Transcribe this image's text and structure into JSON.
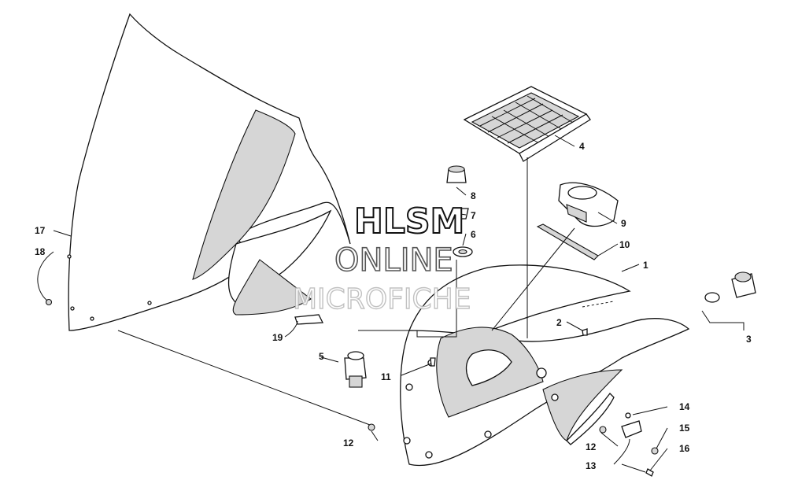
{
  "watermark": {
    "line1": "HLSM",
    "line2": "ONLINE",
    "line3": "MICROFICHE"
  },
  "callouts": [
    {
      "id": "c1",
      "label": "1"
    },
    {
      "id": "c2",
      "label": "2"
    },
    {
      "id": "c3",
      "label": "3"
    },
    {
      "id": "c4",
      "label": "4"
    },
    {
      "id": "c5",
      "label": "5"
    },
    {
      "id": "c6",
      "label": "6"
    },
    {
      "id": "c7",
      "label": "7"
    },
    {
      "id": "c8",
      "label": "8"
    },
    {
      "id": "c9",
      "label": "9"
    },
    {
      "id": "c10",
      "label": "10"
    },
    {
      "id": "c11",
      "label": "11"
    },
    {
      "id": "c12a",
      "label": "12"
    },
    {
      "id": "c12b",
      "label": "12"
    },
    {
      "id": "c13",
      "label": "13"
    },
    {
      "id": "c14",
      "label": "14"
    },
    {
      "id": "c15",
      "label": "15"
    },
    {
      "id": "c16",
      "label": "16"
    },
    {
      "id": "c17",
      "label": "17"
    },
    {
      "id": "c18",
      "label": "18"
    },
    {
      "id": "c19",
      "label": "19"
    }
  ]
}
